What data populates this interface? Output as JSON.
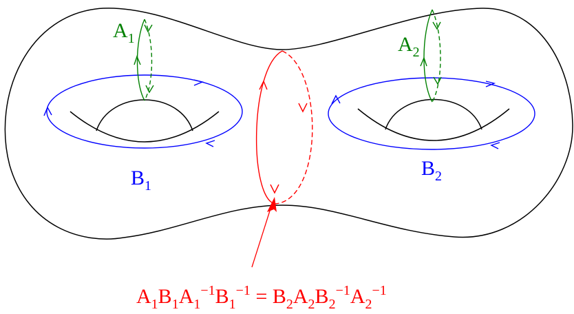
{
  "labels": {
    "a1": {
      "main": "A",
      "sub": "1"
    },
    "a2": {
      "main": "A",
      "sub": "2"
    },
    "b1": {
      "main": "B",
      "sub": "1"
    },
    "b2": {
      "main": "B",
      "sub": "2"
    }
  },
  "relation": {
    "t1": "A",
    "s1": "1",
    "t2": "B",
    "s2": "1",
    "t3": "A",
    "s3": "1",
    "e3": "−1",
    "t4": "B",
    "s4": "1",
    "e4": "−1",
    "t5": " = ",
    "t6": "B",
    "s6": "2",
    "t7": "A",
    "s7": "2",
    "t8": "B",
    "s8": "2",
    "e8": "−1",
    "t9": "A",
    "s9": "2",
    "e9": "−1"
  },
  "colors": {
    "surface": "#000000",
    "a_loops": "#008000",
    "b_loops": "#0000ff",
    "separating_loop": "#ff0000"
  }
}
